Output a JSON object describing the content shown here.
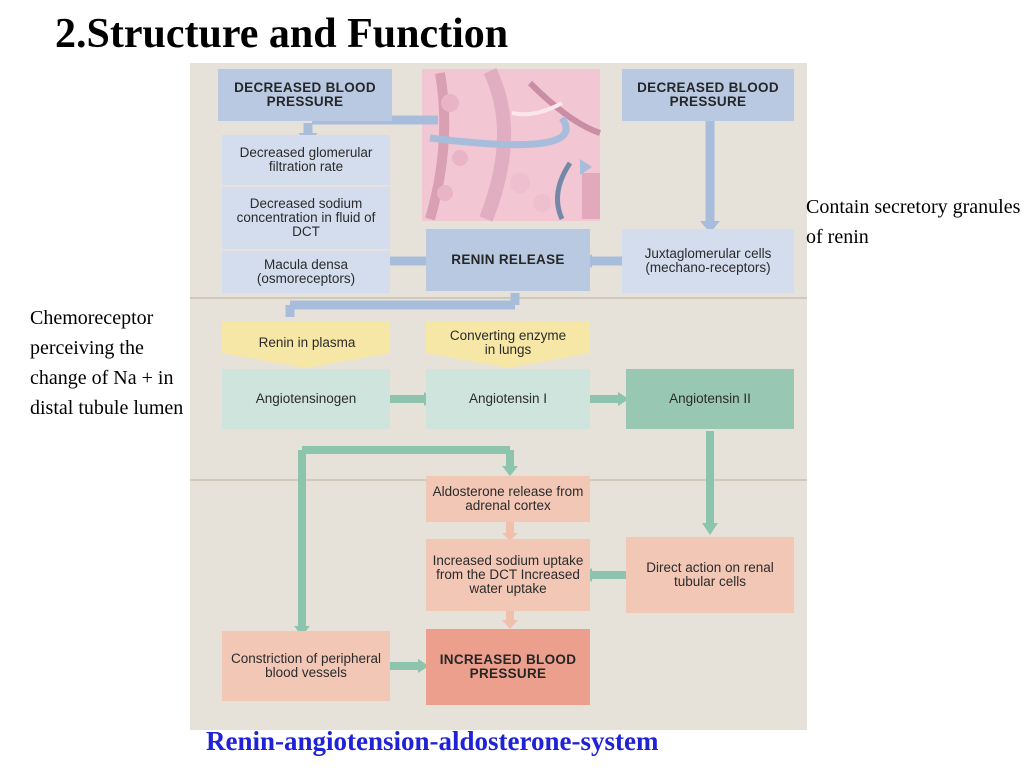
{
  "slide": {
    "title": "2.Structure and Function",
    "note_right": "Contain secretory granules of renin",
    "note_left": "Chemoreceptor perceiving the change of Na + in distal tubule lumen",
    "caption": "Renin-angiotension-aldosterone-system"
  },
  "diagram": {
    "decreased_bp_left": "DECREASED BLOOD PRESSURE",
    "decreased_bp_right": "DECREASED BLOOD PRESSURE",
    "decreased_gfr": "Decreased glomerular filtration rate",
    "decreased_sodium": "Decreased sodium concentration in fluid of DCT",
    "macula_densa": "Macula densa (osmoreceptors)",
    "renin_release": "RENIN RELEASE",
    "juxtaglomerular": "Juxtaglomerular cells (mechano-receptors)",
    "renin_plasma": "Renin in plasma",
    "converting_enzyme": "Converting enzyme in lungs",
    "angiotensinogen": "Angiotensinogen",
    "angiotensin_1": "Angiotensin I",
    "angiotensin_2": "Angiotensin II",
    "aldosterone": "Aldosterone release from adrenal cortex",
    "sodium_uptake": "Increased sodium uptake from the DCT Increased water uptake",
    "direct_action": "Direct action on renal tubular cells",
    "constriction": "Constriction of peripheral blood vessels",
    "increased_bp": "INCREASED BLOOD PRESSURE"
  },
  "colors": {
    "panel_bg": "#e7e2d9",
    "blue_box": "#b9c9e2",
    "green_box": "#cfe4dc",
    "salmon_box": "#f2c7b6",
    "highlight_box": "#eb9f8c",
    "yellow_arrow": "#f6e7a6",
    "green_arrow": "#8cc4ad",
    "caption": "#1f22d6"
  }
}
